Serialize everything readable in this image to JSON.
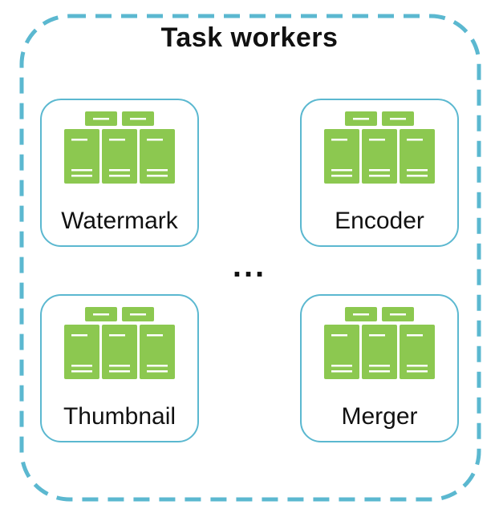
{
  "diagram": {
    "title": "Task workers",
    "ellipsis": "...",
    "colors": {
      "border": "#5bb8d0",
      "server": "#8cc850",
      "server_stripe": "#ffffff"
    },
    "workers": [
      {
        "label": "Watermark",
        "icon": "server-stack-icon"
      },
      {
        "label": "Encoder",
        "icon": "server-stack-icon"
      },
      {
        "label": "Thumbnail",
        "icon": "server-stack-icon"
      },
      {
        "label": "Merger",
        "icon": "server-stack-icon"
      }
    ]
  }
}
